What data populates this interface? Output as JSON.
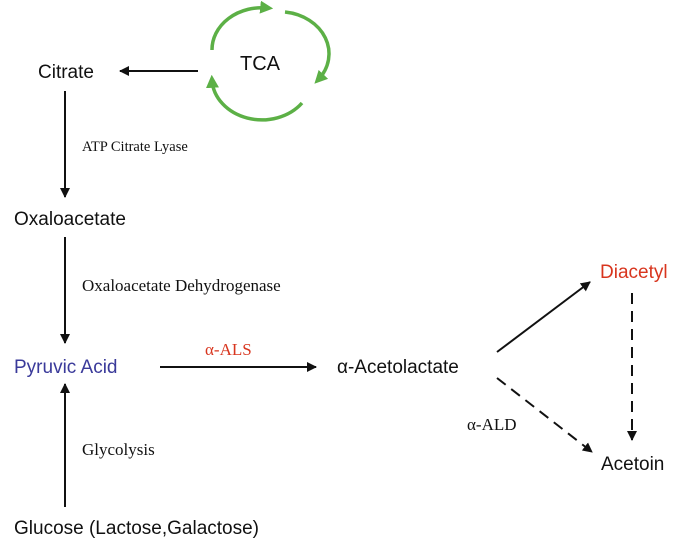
{
  "colors": {
    "text": "#111111",
    "arrow": "#111111",
    "cycle": "#5cb046",
    "pyruvic": "#3a3a9a",
    "highlight": "#d8351e"
  },
  "cycle": {
    "label": "TCA"
  },
  "nodes": {
    "citrate": "Citrate",
    "oxaloacetate": "Oxaloacetate",
    "pyruvic_acid": "Pyruvic Acid",
    "glucose": "Glucose (Lactose,Galactose)",
    "acetolactate": "α-Acetolactate",
    "diacetyl": "Diacetyl",
    "acetoin": "Acetoin"
  },
  "enzymes": {
    "atp_citrate_lyase": "ATP Citrate Lyase",
    "oxaloacetate_dehydrogenase": "Oxaloacetate Dehydrogenase",
    "glycolysis": "Glycolysis",
    "als": "α-ALS",
    "ald": "α-ALD"
  },
  "edges": [
    {
      "from": "cycle",
      "to": "citrate",
      "style": "solid"
    },
    {
      "from": "citrate",
      "to": "oxaloacetate",
      "style": "solid",
      "label": "atp_citrate_lyase"
    },
    {
      "from": "oxaloacetate",
      "to": "pyruvic_acid",
      "style": "solid",
      "label": "oxaloacetate_dehydrogenase"
    },
    {
      "from": "glucose",
      "to": "pyruvic_acid",
      "style": "solid",
      "label": "glycolysis"
    },
    {
      "from": "pyruvic_acid",
      "to": "acetolactate",
      "style": "solid",
      "label": "als"
    },
    {
      "from": "acetolactate",
      "to": "diacetyl",
      "style": "solid"
    },
    {
      "from": "acetolactate",
      "to": "acetoin",
      "style": "dashed",
      "label": "ald"
    },
    {
      "from": "diacetyl",
      "to": "acetoin",
      "style": "dashed"
    }
  ]
}
